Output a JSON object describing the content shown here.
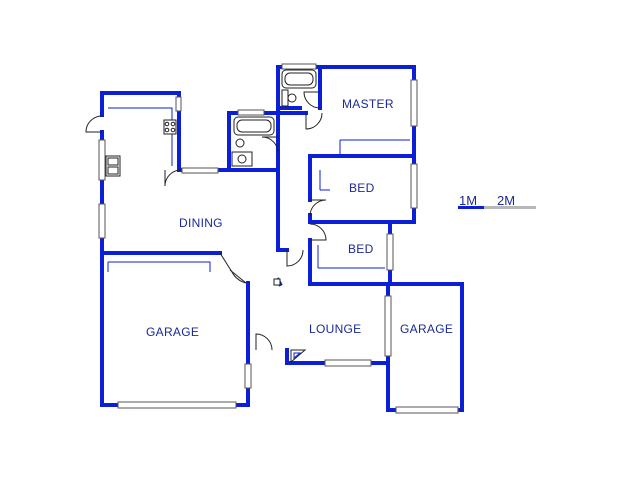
{
  "rooms": {
    "master": "MASTER",
    "bed1": "BED",
    "bed2": "BED",
    "dining": "DINING",
    "garage_left": "GARAGE",
    "lounge": "LOUNGE",
    "garage_right": "GARAGE"
  },
  "scale": {
    "mark1": "1M",
    "mark2": "2M"
  },
  "colors": {
    "wall": "#0a1fd6",
    "label": "#1a2a9a"
  }
}
